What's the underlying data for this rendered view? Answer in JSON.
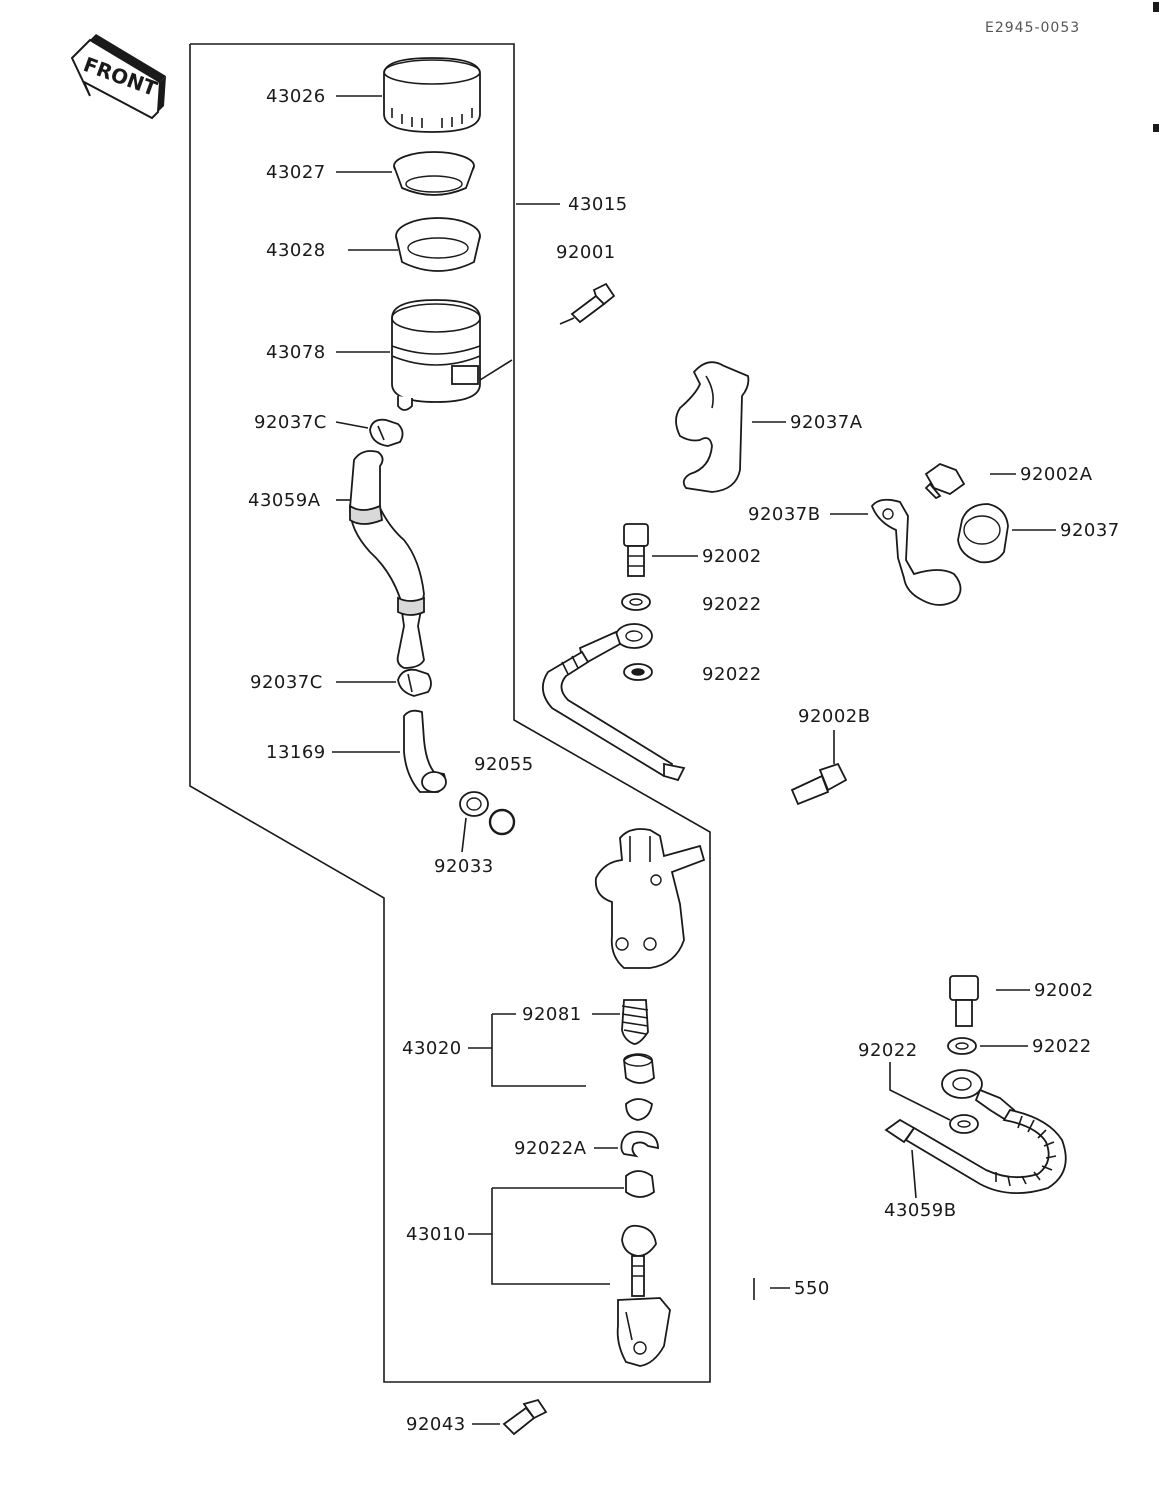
{
  "diagram": {
    "code": "E2945-0053",
    "front_label": "FRONT",
    "colors": {
      "ink": "#1a1a1a",
      "paper": "#ffffff",
      "shade": "#d9d9d9"
    },
    "labels": {
      "l43026": "43026",
      "l43027": "43027",
      "l43028": "43028",
      "l43015": "43015",
      "l92001": "92001",
      "l43078": "43078",
      "l92037c_top": "92037C",
      "l92037a": "92037A",
      "l92002a": "92002A",
      "l43059a": "43059A",
      "l92037b": "92037B",
      "l92037": "92037",
      "l92002_top": "92002",
      "l92022_a": "92022",
      "l92022_b": "92022",
      "l92037c_bot": "92037C",
      "l92002b": "92002B",
      "l13169": "13169",
      "l92055": "92055",
      "l92033": "92033",
      "l92002_right": "92002",
      "l92022_right": "92022",
      "l92022_left": "92022",
      "l92081": "92081",
      "l43020": "43020",
      "l92022a": "92022A",
      "l43059b": "43059B",
      "l43010": "43010",
      "l550": "550",
      "l92043": "92043"
    }
  }
}
